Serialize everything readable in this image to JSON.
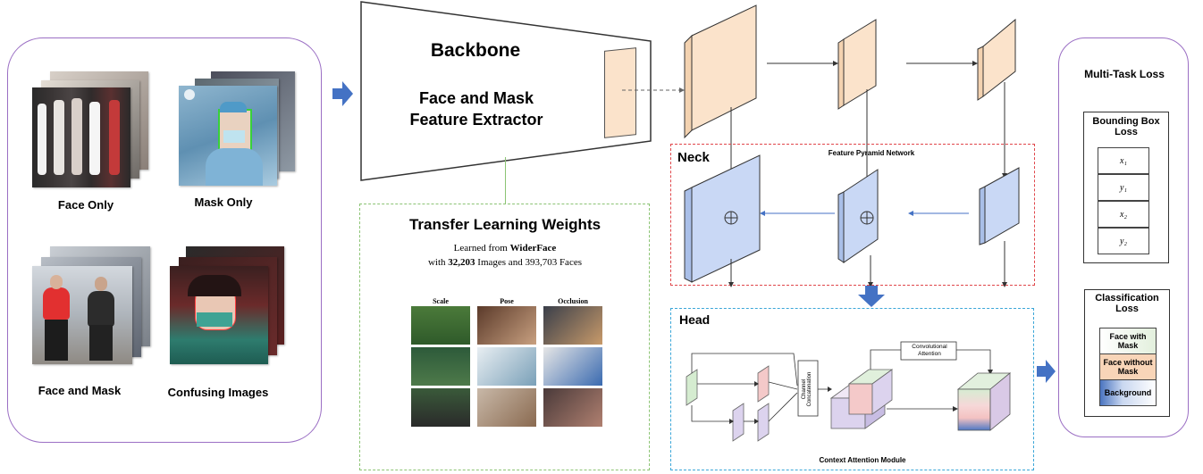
{
  "inputs": {
    "face_only": "Face Only",
    "mask_only": "Mask Only",
    "face_and_mask": "Face and Mask",
    "confusing_images": "Confusing Images"
  },
  "backbone": {
    "title": "Backbone",
    "subtitle_line1": "Face and Mask",
    "subtitle_line2": "Feature Extractor"
  },
  "transfer": {
    "title": "Transfer Learning Weights",
    "learned_from_prefix": "Learned from ",
    "learned_from_dataset": "WiderFace",
    "with_prefix": "with ",
    "images_count": "32,203",
    "images_suffix": " Images and 393,703 Faces",
    "columns": [
      "Scale",
      "Pose",
      "Occlusion"
    ]
  },
  "neck": {
    "label": "Neck",
    "fpn_label": "Feature Pyramid Network"
  },
  "head": {
    "label": "Head",
    "concat_label": "Channel Concatenation",
    "conv_attention_label": "Convolutional Attention",
    "module_label": "Context Attention Module"
  },
  "loss": {
    "title": "Multi-Task Loss",
    "bbox_title": "Bounding Box Loss",
    "bbox_items": [
      "x₁",
      "y₁",
      "x₂",
      "y₂"
    ],
    "cls_title": "Classification Loss",
    "cls_items": [
      "Face with Mask",
      "Face without Mask",
      "Background"
    ]
  },
  "colors": {
    "purple_border": "#9b6fc4",
    "peach": "#fbe3cb",
    "blue_feature": "#c9d8f5",
    "arrow_blue": "#4472c4",
    "red_dash": "#e0464a",
    "cyan_dash": "#3aa6d8",
    "green_dash": "#8cc474"
  }
}
